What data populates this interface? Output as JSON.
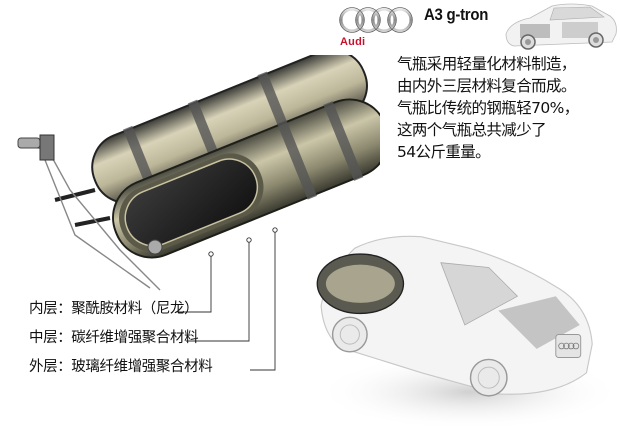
{
  "header": {
    "brand_logo": "audi-four-rings",
    "brand_name": "Audi",
    "brand_color": "#c8102e",
    "model_name": "A3 g-tron",
    "thumbnail": "audi-a3-cutaway-thumbnail"
  },
  "description": {
    "lines": [
      "气瓶采用轻量化材料制造，",
      "由内外三层材料复合而成。",
      "气瓶比传统的钢瓶轻70%，",
      "这两个气瓶总共减少了",
      "54公斤重量。"
    ]
  },
  "illustrations": {
    "tanks": "twin-cng-tank-cutaway",
    "car": "audi-a3-ghosted-car-with-tank-highlight"
  },
  "layers": [
    {
      "label": "内层：聚酰胺材料（尼龙）"
    },
    {
      "label": "中层：碳纤维增强聚合材料"
    },
    {
      "label": "外层：玻璃纤维增强聚合材料"
    }
  ],
  "colors": {
    "tank_body": "#c9c4a8",
    "tank_dark": "#2a2a2a",
    "tank_outer": "#5b5a48",
    "text": "#111111"
  }
}
